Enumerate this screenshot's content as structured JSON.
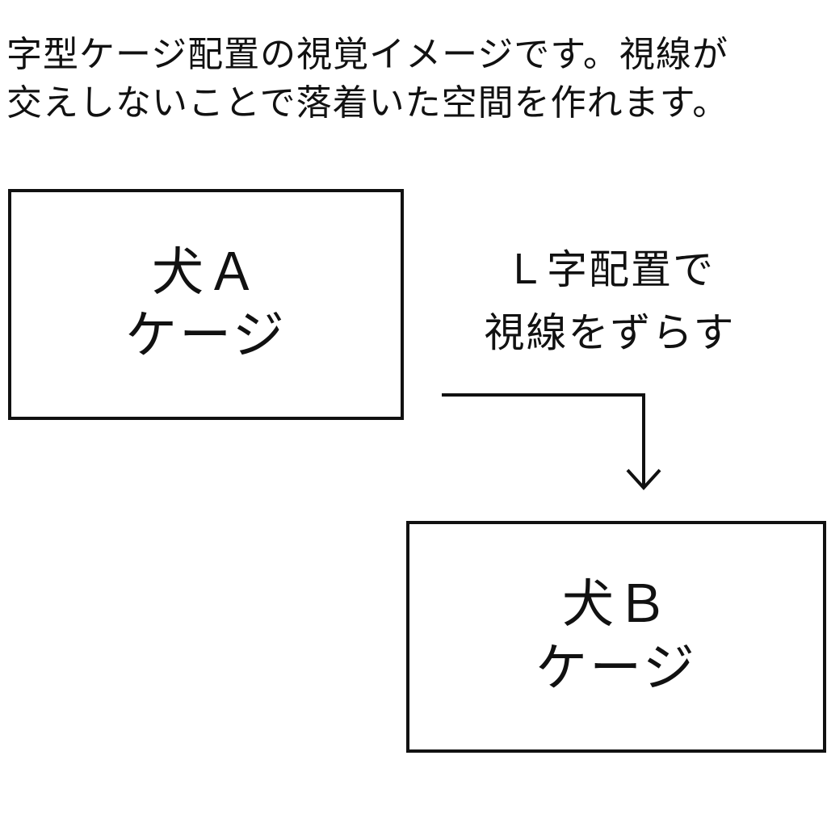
{
  "caption": {
    "line1": "字型ケージ配置の視覚イメージです。視線が",
    "line2": "交えしないことで落着いた空間を作れます。"
  },
  "cage_a": {
    "title": "犬Ａ",
    "sub": "ケージ"
  },
  "cage_b": {
    "title": "犬Ｂ",
    "sub": "ケージ"
  },
  "note": {
    "line1": "Ｌ字配置で",
    "line2": "視線をずらす"
  },
  "colors": {
    "ink": "#111111",
    "background": "#ffffff"
  }
}
